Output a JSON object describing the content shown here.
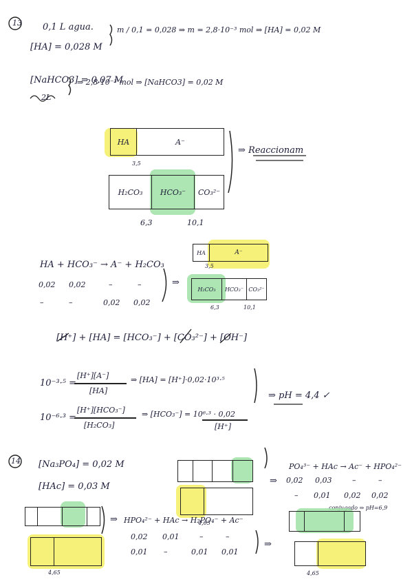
{
  "colors": {
    "yellow": "#f4ef6a",
    "green": "#9fe0a6",
    "ink": "#1c1c38"
  },
  "p13": {
    "num": "13",
    "l1": "0,1 L agua.",
    "l1b": "[HA] = 0,028 M",
    "l1r": "m / 0,1 = 0,028 ⇒ m = 2,8·10⁻³ mol ⇒ [HA] = 0,02 M",
    "l2": "[NaHCO3] = 0,07 M",
    "l2b": "2L",
    "l2r": "⇒ 2,8·10⁻³ mol ⇒ [NaHCO3] = 0,02 M",
    "boxA": {
      "c1": "HA",
      "c2": "A⁻",
      "pk": "3,5"
    },
    "boxB": {
      "c1": "H₂CO₃",
      "c2": "HCO₃⁻",
      "c3": "CO₃²⁻",
      "pk1": "6,3",
      "pk2": "10,1"
    },
    "react": "⇒ Reaccionam",
    "rx": "HA + HCO₃⁻ → A⁻ + H₂CO₃",
    "rx_i": [
      "0,02",
      "0,02",
      "–",
      "–"
    ],
    "rx_f": [
      "–",
      "–",
      "0,02",
      "0,02"
    ],
    "smallA": {
      "c1": "HA",
      "c2": "A⁻",
      "pk": "3,5"
    },
    "smallB": {
      "c1": "H₂CO₃",
      "c2": "HCO₃⁻",
      "c3": "CO₃²⁻",
      "pk1": "6,3",
      "pk2": "10,1"
    },
    "balance": "[H⁺] + [HA] = [HCO₃⁻] + [CO₃²⁻] + [OH⁻]",
    "eq1_lhs": "10⁻³·⁵ =",
    "eq1_num": "[H⁺][A⁻]",
    "eq1_den": "[HA]",
    "eq1_rhs": "⇒ [HA] = [H⁺]·0,02·10³·⁵",
    "eq2_lhs": "10⁻⁶·³ =",
    "eq2_num": "[H⁺][HCO₃⁻]",
    "eq2_den": "[H₂CO₃]",
    "eq2_rhs": "⇒ [HCO₃⁻] = 10⁶·³ · 0,02",
    "eq2_rden": "[H⁺]",
    "ph": "⇒ pH = 4,4 ✓"
  },
  "p14": {
    "num": "14",
    "l1": "[Na₃PO₄] = 0,02 M",
    "l2": "[HAc] = 0,03 M",
    "pk_left": "4,65",
    "pk_mid": "4,65",
    "pk_right": "4,65",
    "rx1": "PO₄³⁻ + HAc → Ac⁻ + HPO₄²⁻",
    "rx1_i": [
      "0,02",
      "0,03",
      "–",
      "–"
    ],
    "rx1_f": [
      "–",
      "0,01",
      "0,02",
      "0,02"
    ],
    "conj": "conjugado ⇒ pH=6,9",
    "rx2": "HPO₄²⁻ + HAc → H₂PO₄⁻ + Ac⁻",
    "rx2_i": [
      "0,02",
      "0,01",
      "–",
      "–"
    ],
    "rx2_f": [
      "0,01",
      "–",
      "0,01",
      "0,01"
    ]
  }
}
